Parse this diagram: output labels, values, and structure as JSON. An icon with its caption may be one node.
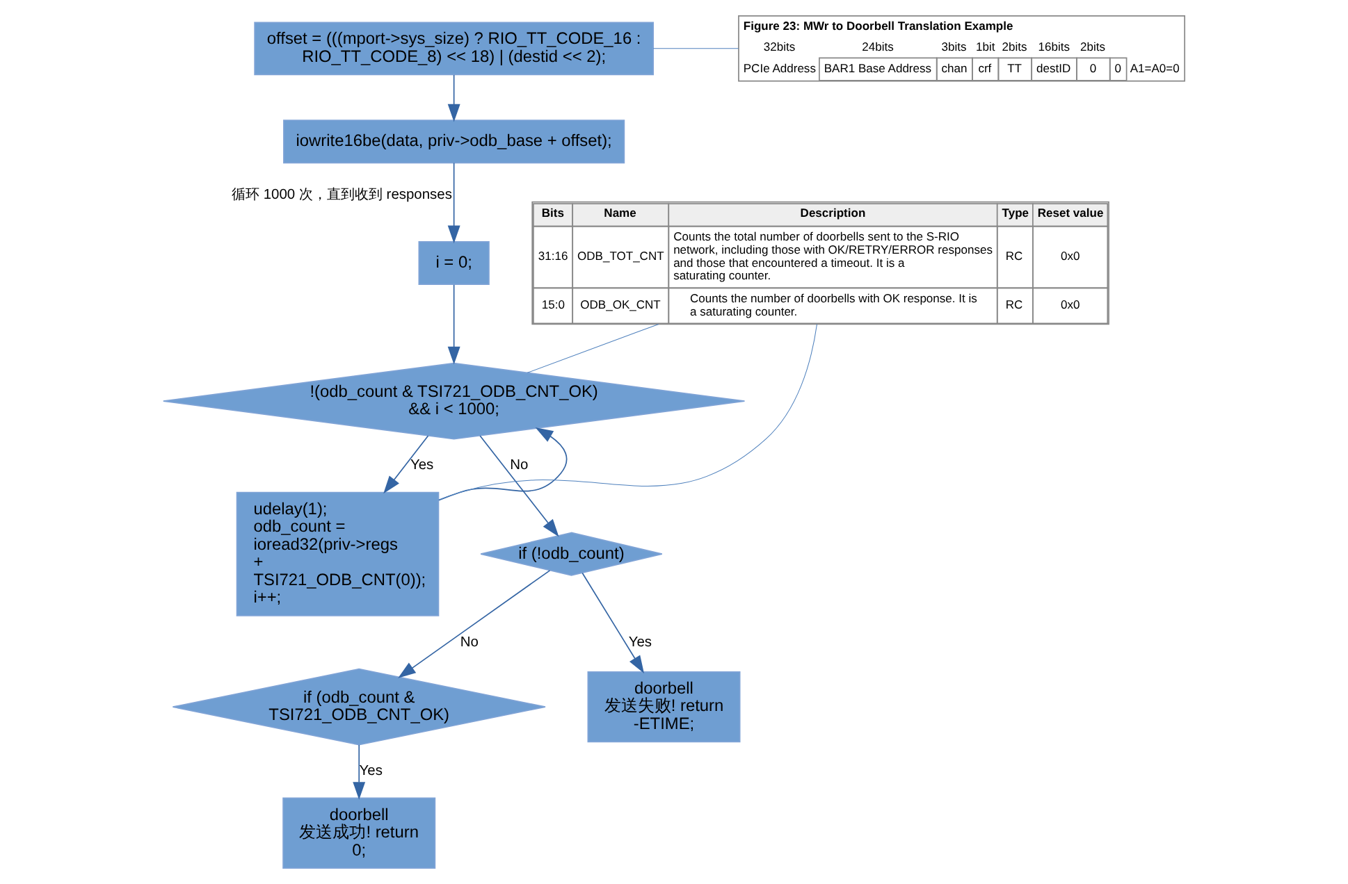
{
  "diagram": {
    "nodes": [
      {
        "text": [
          "offset = (((mport->sys_size) ? RIO_TT_CODE_16 : RIO_TT_CODE_8) << 18) | (destid << 2);"
        ]
      },
      {
        "text": [
          "iowrite16be(data, priv->odb_base + offset);"
        ]
      },
      {
        "text": [
          "i = 0;"
        ]
      },
      {
        "text": [
          "!(odb_count & TSI721_ODB_CNT_OK) && i < 1000;"
        ]
      },
      {
        "text": [
          "udelay(1); odb_count = ioread32(priv->regs + TSI721_ODB_CNT(0)); i++;"
        ]
      },
      {
        "text": [
          "if (!odb_count)"
        ]
      },
      {
        "text": [
          "if (odb_count & TSI721_ODB_CNT_OK)"
        ]
      },
      {
        "text": [
          "doorbell 发送失败! return -ETIME;"
        ]
      },
      {
        "text": [
          "doorbell 发送成功! return 0;"
        ]
      },
      {
        "text": [
          "Figure 23: MWr to Doorbell Translation Example",
          "32bits",
          "24bits",
          "3bits",
          "1bit",
          "2bits",
          "16bits",
          "2bits",
          "PCIe Address",
          "BAR1 Base Address",
          "chan",
          "crf",
          "TT",
          "destID",
          "0",
          "0",
          "A1=A0=0"
        ]
      },
      {
        "text": [
          "Bits",
          "Name",
          "Description",
          "Type",
          "Reset value",
          "31:16",
          "ODB_TOT_CNT",
          "Counts the total number of doorbells sent to the S-RIO network, including those with OK/RETRY/ERROR responses and those that encountered a timeout. It is a saturating counter.",
          "RC",
          "0x0",
          "15:0",
          "ODB_OK_CNT",
          "Counts the number of doorbells with OK response. It is a saturating counter.",
          "RC",
          "0x0"
        ]
      }
    ],
    "edges": [
      {
        "from": 0,
        "to": 1,
        "arrow": "to"
      },
      {
        "from": 1,
        "to": 2,
        "arrow": "to",
        "label": "循环 1000 次，直到收到 responses"
      },
      {
        "from": 2,
        "to": 3,
        "arrow": "to"
      },
      {
        "from": 3,
        "to": 4,
        "arrow": "to",
        "label": "Yes"
      },
      {
        "from": 4,
        "to": 3,
        "arrow": "to"
      },
      {
        "from": 3,
        "to": 5,
        "arrow": "to",
        "label": "No"
      },
      {
        "from": 5,
        "to": 7,
        "arrow": "to",
        "label": "Yes"
      },
      {
        "from": 5,
        "to": 6,
        "arrow": "to",
        "label": "No"
      },
      {
        "from": 6,
        "to": 8,
        "arrow": "to",
        "label": "Yes"
      },
      {
        "from": 0,
        "to": 9,
        "arrow": "none",
        "color": "#4f81bd"
      },
      {
        "from": 10,
        "to": 3,
        "arrow": "none",
        "color": "#4f81bd"
      },
      {
        "from": 10,
        "to": 4,
        "arrow": "none",
        "color": "#4f81bd"
      }
    ]
  }
}
